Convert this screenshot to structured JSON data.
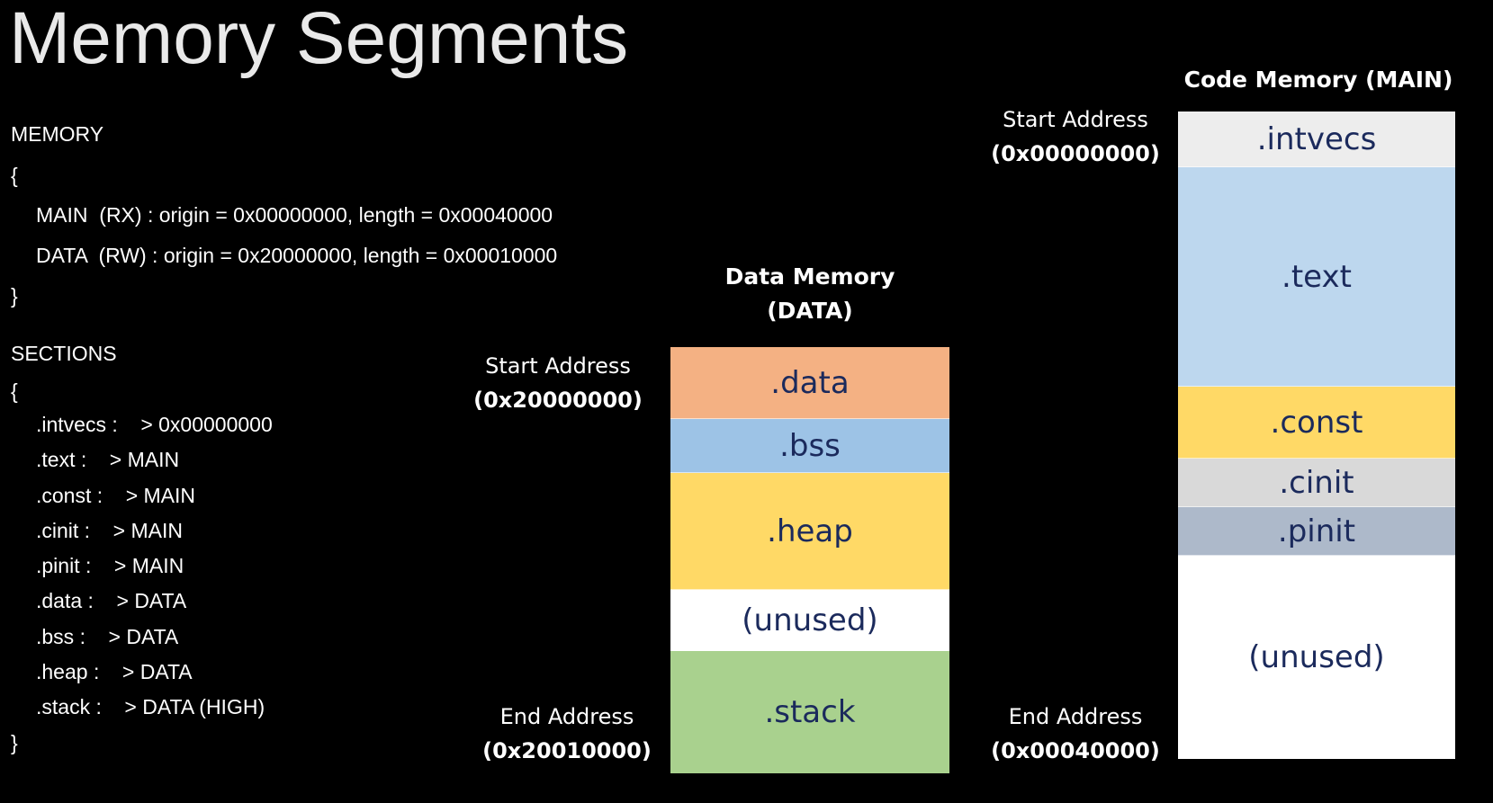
{
  "title": "Memory Segments",
  "linker_script": {
    "memory_keyword": "MEMORY",
    "memory_open": "{",
    "memory_lines": [
      "MAIN  (RX) : origin = 0x00000000, length = 0x00040000",
      "DATA  (RW) : origin = 0x20000000, length = 0x00010000"
    ],
    "memory_close": "}",
    "sections_keyword": "SECTIONS",
    "sections_open": "{",
    "section_lines": [
      ".intvecs :    > 0x00000000",
      ".text :    > MAIN",
      ".const :    > MAIN",
      ".cinit :    > MAIN",
      ".pinit :    > MAIN",
      ".data :    > DATA",
      ".bss :    > DATA",
      ".heap :    > DATA",
      ".stack :    > DATA (HIGH)"
    ],
    "sections_close": "}"
  },
  "data_memory": {
    "heading_line1": "Data Memory",
    "heading_line2": "(DATA)",
    "start_label": "Start Address",
    "start_value": "(0x20000000)",
    "end_label": "End Address",
    "end_value": "(0x20010000)",
    "segments": [
      {
        "name": ".data",
        "color": "#f4b183"
      },
      {
        "name": ".bss",
        "color": "#9dc3e6"
      },
      {
        "name": ".heap",
        "color": "#ffd966"
      },
      {
        "name": "(unused)",
        "color": "#ffffff"
      },
      {
        "name": ".stack",
        "color": "#a9d18e"
      }
    ]
  },
  "code_memory": {
    "heading": "Code Memory (MAIN)",
    "start_label": "Start Address",
    "start_value": "(0x00000000)",
    "end_label": "End Address",
    "end_value": "(0x00040000)",
    "segments": [
      {
        "name": ".intvecs",
        "color": "#ededed"
      },
      {
        "name": ".text",
        "color": "#bdd7ee"
      },
      {
        "name": ".const",
        "color": "#ffd966"
      },
      {
        "name": ".cinit",
        "color": "#d9d9d9"
      },
      {
        "name": ".pinit",
        "color": "#adb9ca"
      },
      {
        "name": "(unused)",
        "color": "#ffffff"
      }
    ]
  }
}
